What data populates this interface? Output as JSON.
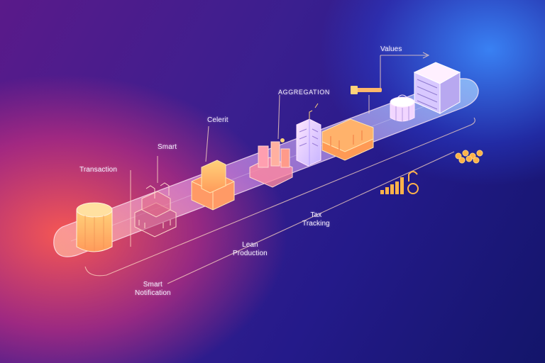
{
  "labels": {
    "transaction": "Transaction",
    "smart": "Smart",
    "celerit": "Celerit",
    "aggregation": "AGGREGATION",
    "values": "Values",
    "tax_tracking": "Tax\nTracking",
    "lean_production": "Lean\nProduction",
    "smart_notification": "Smart\nNotification"
  },
  "colors": {
    "orange": "#ffb86b",
    "gold": "#ffc96b",
    "pink": "#ff8fb0",
    "line": "#ffd9c2"
  },
  "icons": [
    "cylinder-icon",
    "factory-icon",
    "crate-icon",
    "city-buildings-icon",
    "tower-icon",
    "shipping-containers-icon",
    "hammer-icon",
    "storage-tank-icon",
    "server-cube-icon",
    "bar-chart-icon",
    "coins-icon"
  ]
}
